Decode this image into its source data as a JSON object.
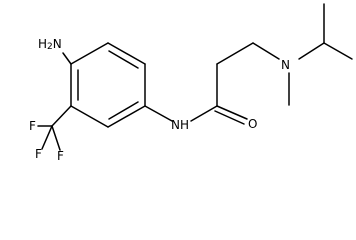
{
  "molecule": {
    "labels": {
      "amine": "H2N",
      "amine_h": "H",
      "amine_2": "2",
      "amine_n": "N",
      "amide_nh": "NH",
      "carbonyl_o": "O",
      "tertiary_n": "N",
      "fluorine_1": "F",
      "fluorine_2": "F",
      "fluorine_3": "F"
    }
  },
  "colors": {
    "bond": "#000000",
    "text": "#000000",
    "background": "#ffffff"
  }
}
